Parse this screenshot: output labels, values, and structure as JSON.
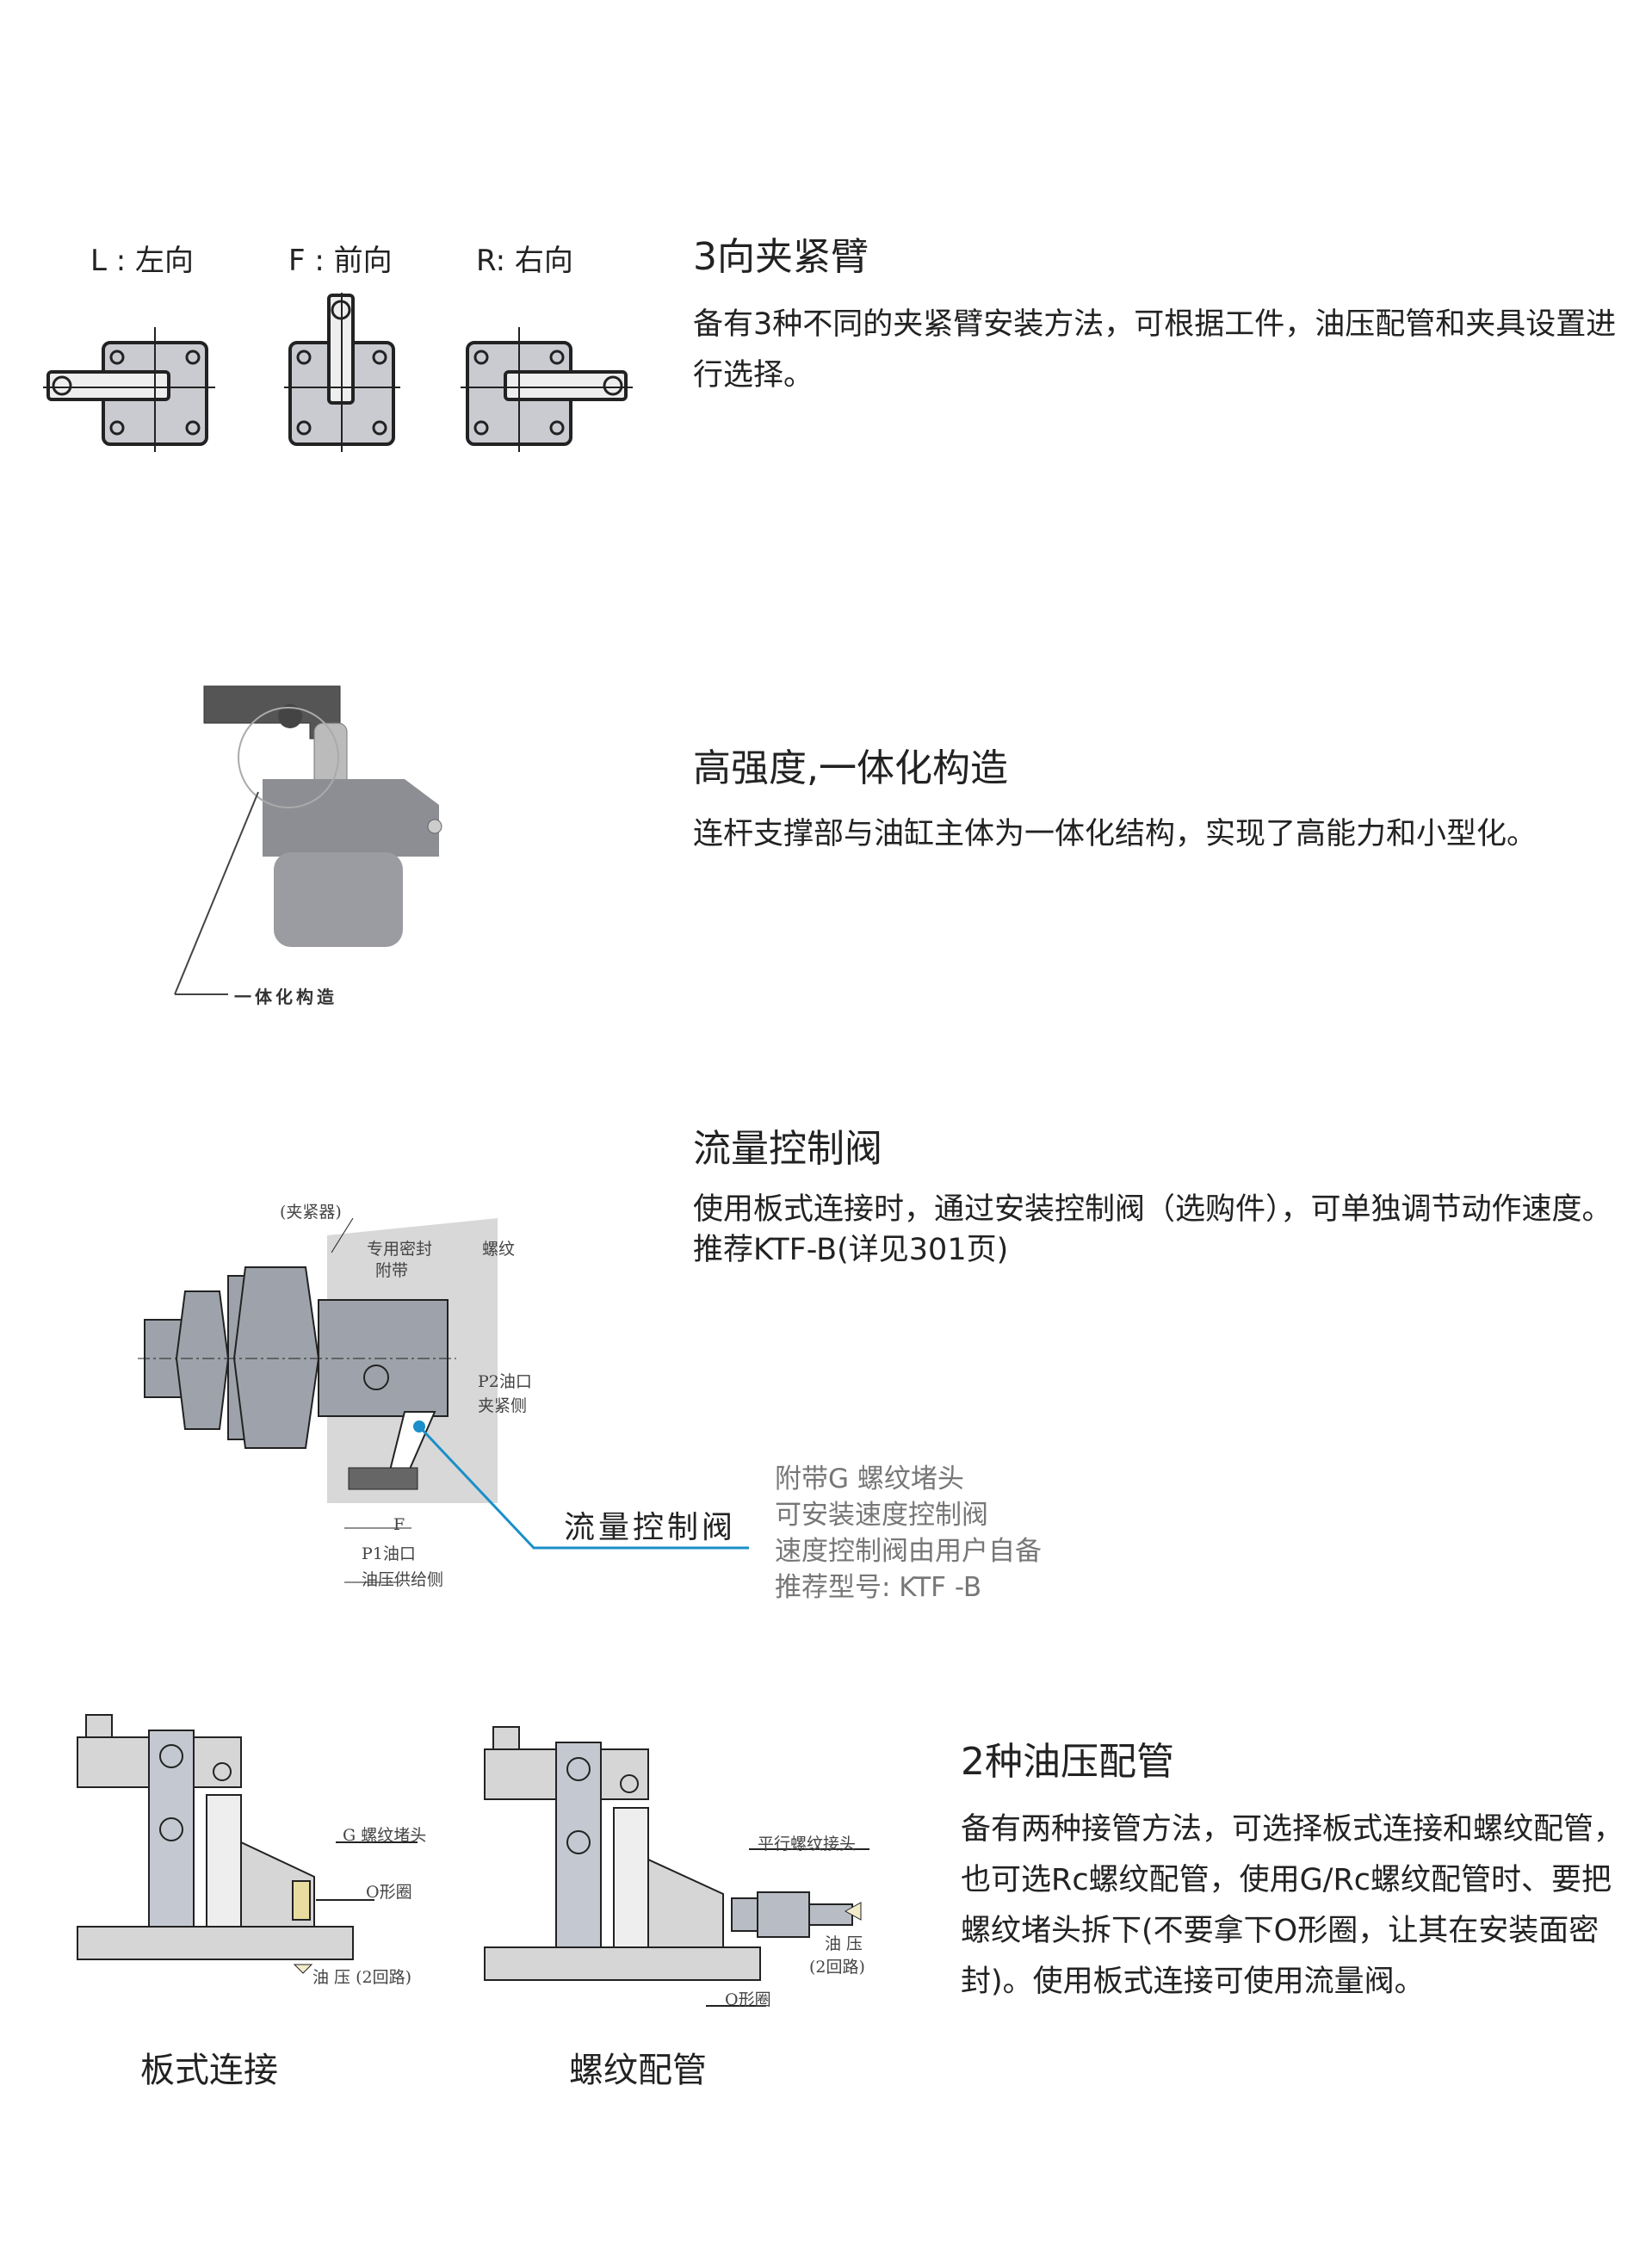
{
  "section1": {
    "labels": [
      "L : 左向",
      "F : 前向",
      "R: 右向"
    ],
    "title": "3向夹紧臂",
    "body": "备有3种不同的夹紧臂安装方法，可根据工件，油压配管和夹具设置进行选择。"
  },
  "section2": {
    "title": "高强度,一体化构造",
    "body": "连杆支撑部与油缸主体为一体化结构，实现了高能力和小型化。",
    "callout": "一体化构造"
  },
  "section3": {
    "title": "流量控制阀",
    "body": "使用板式连接时，通过安装控制阀（选购件），可单独调节动作速度。推荐KTF-B(详见301页)",
    "diagram_labels": {
      "clamp": "(夹紧器)",
      "seal1": "专用密封",
      "seal2": "附带",
      "thread": "螺纹",
      "p2a": "P2油口",
      "p2b": "夹紧侧",
      "f": "F",
      "p1a": "P1油口",
      "p1b": "油压供给侧"
    },
    "valve_label": "流量控制阀",
    "notes": [
      "附带G 螺纹堵头",
      "可安装速度控制阀",
      "速度控制阀由用户自备",
      "推荐型号: KTF -B"
    ],
    "accent": "#1a8fc9"
  },
  "section4": {
    "title": "2种油压配管",
    "body": "备有两种接管方法，可选择板式连接和螺纹配管，也可选Rc螺纹配管，使用G/Rc螺纹配管时、要把螺纹堵头拆下(不要拿下O形圈，让其在安装面密封)。使用板式连接可使用流量阀。",
    "left": {
      "caption": "板式连接",
      "plug": "G 螺纹堵头",
      "oring": "O形圈",
      "oil": "油 压 (2回路)"
    },
    "right": {
      "caption": "螺纹配管",
      "joint": "平行螺纹接头",
      "oil1": "油 压",
      "oil2": "(2回路)",
      "oring": "O形圈"
    }
  }
}
